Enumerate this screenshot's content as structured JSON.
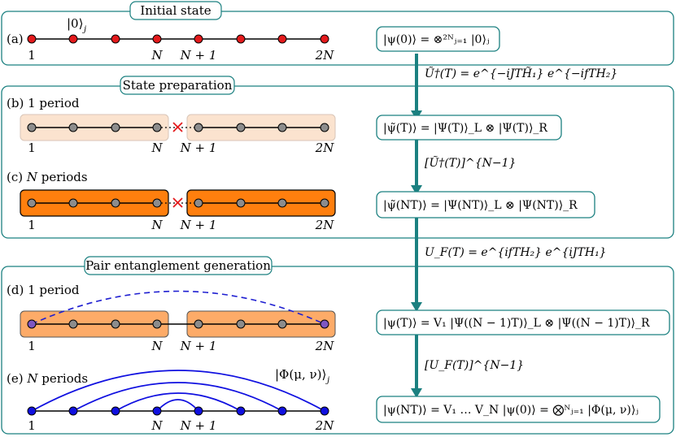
{
  "sections": {
    "initial": {
      "title": "Initial state"
    },
    "prep": {
      "title": "State preparation"
    },
    "pair": {
      "title": "Pair entanglement generation"
    }
  },
  "rows": {
    "a": {
      "label": "(a)",
      "node_color": "#e41a1c",
      "ket_label": "|0⟩",
      "ket_sub": "j"
    },
    "b": {
      "label": "(b) 1 period",
      "node_color": "#8c8c8c",
      "box_color": "#fbe3cf"
    },
    "c": {
      "label": "(c)",
      "label_var": "N",
      "label_tail": " periods",
      "node_color": "#8c8c8c",
      "box_color": "#ff7f0e"
    },
    "d": {
      "label": "(d) 1 period",
      "node_color": "#8c8c8c",
      "end_color": "#7e57c2",
      "box_color": "#fdab68",
      "link_color": "#1f1fd1"
    },
    "e": {
      "label": "(e)",
      "label_var": "N",
      "label_tail": " periods",
      "node_color": "#1010e0",
      "link_color": "#1010e0",
      "state_label": "|Φ(μ, ν)⟩",
      "state_sub": "j"
    }
  },
  "site_labels": {
    "first": "1",
    "n": "N",
    "n_plus_1": "N + 1",
    "two_n": "2N"
  },
  "equations": {
    "eq1": "|ψ(0)⟩ = ⊗²ᴺⱼ₌₁ |0⟩ⱼ",
    "eq2": "|ψ̃(T)⟩ = |Ψ(T)⟩_L ⊗ |Ψ(T)⟩_R",
    "eq3": "|ψ̃(NT)⟩ = |Ψ(NT)⟩_L ⊗ |Ψ(NT)⟩_R",
    "eq4": "|ψ(T)⟩ = V₁ |Ψ((N − 1)T)⟩_L ⊗ |Ψ((N − 1)T)⟩_R",
    "eq5": "|ψ(NT)⟩ = V₁ … V_N |ψ(0)⟩ = ⨂ᴺⱼ₌₁ |Φ(μ, ν)⟩ⱼ"
  },
  "arrows": {
    "a1": "Ũ†(T) = e^{−iJTH̃₁} e^{−ifTH₂}",
    "a2": "[Ũ†(T)]^{N−1}",
    "a3": "U_F(T) = e^{ifTH₂} e^{iJTH₁}",
    "a4": "[U_F(T)]^{N−1}"
  },
  "colors": {
    "teal": "#1b8080",
    "cross": "#e41a1c",
    "line": "#000000"
  }
}
